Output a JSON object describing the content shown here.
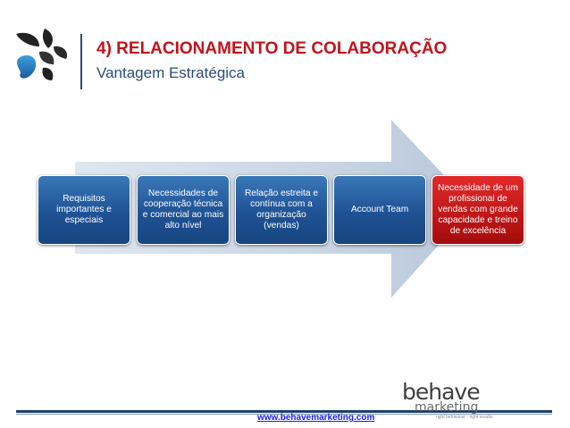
{
  "header": {
    "title": "4) RELACIONAMENTO DE COLABORAÇÃO",
    "subtitle": "Vantagem Estratégica"
  },
  "process": {
    "steps": [
      {
        "label": "Requisitos importantes e especiais"
      },
      {
        "label": "Necessidades de cooperação técnica e comercial  ao mais alto nível"
      },
      {
        "label": "Relação estreita e contínua com a organização (vendas)"
      },
      {
        "label": "Account Team"
      },
      {
        "label": "Necessidade de um profissional de vendas com grande capacidade e treino de excelência"
      }
    ]
  },
  "footer": {
    "url": "www.behavemarketing.com",
    "brand_top": "behave",
    "brand_bottom": "marketing",
    "brand_tagline": "right behaviour · right results"
  },
  "colors": {
    "title": "#c0141c",
    "subtitle": "#2a4d78",
    "box_blue": "#1f5294",
    "box_red": "#c11818"
  }
}
